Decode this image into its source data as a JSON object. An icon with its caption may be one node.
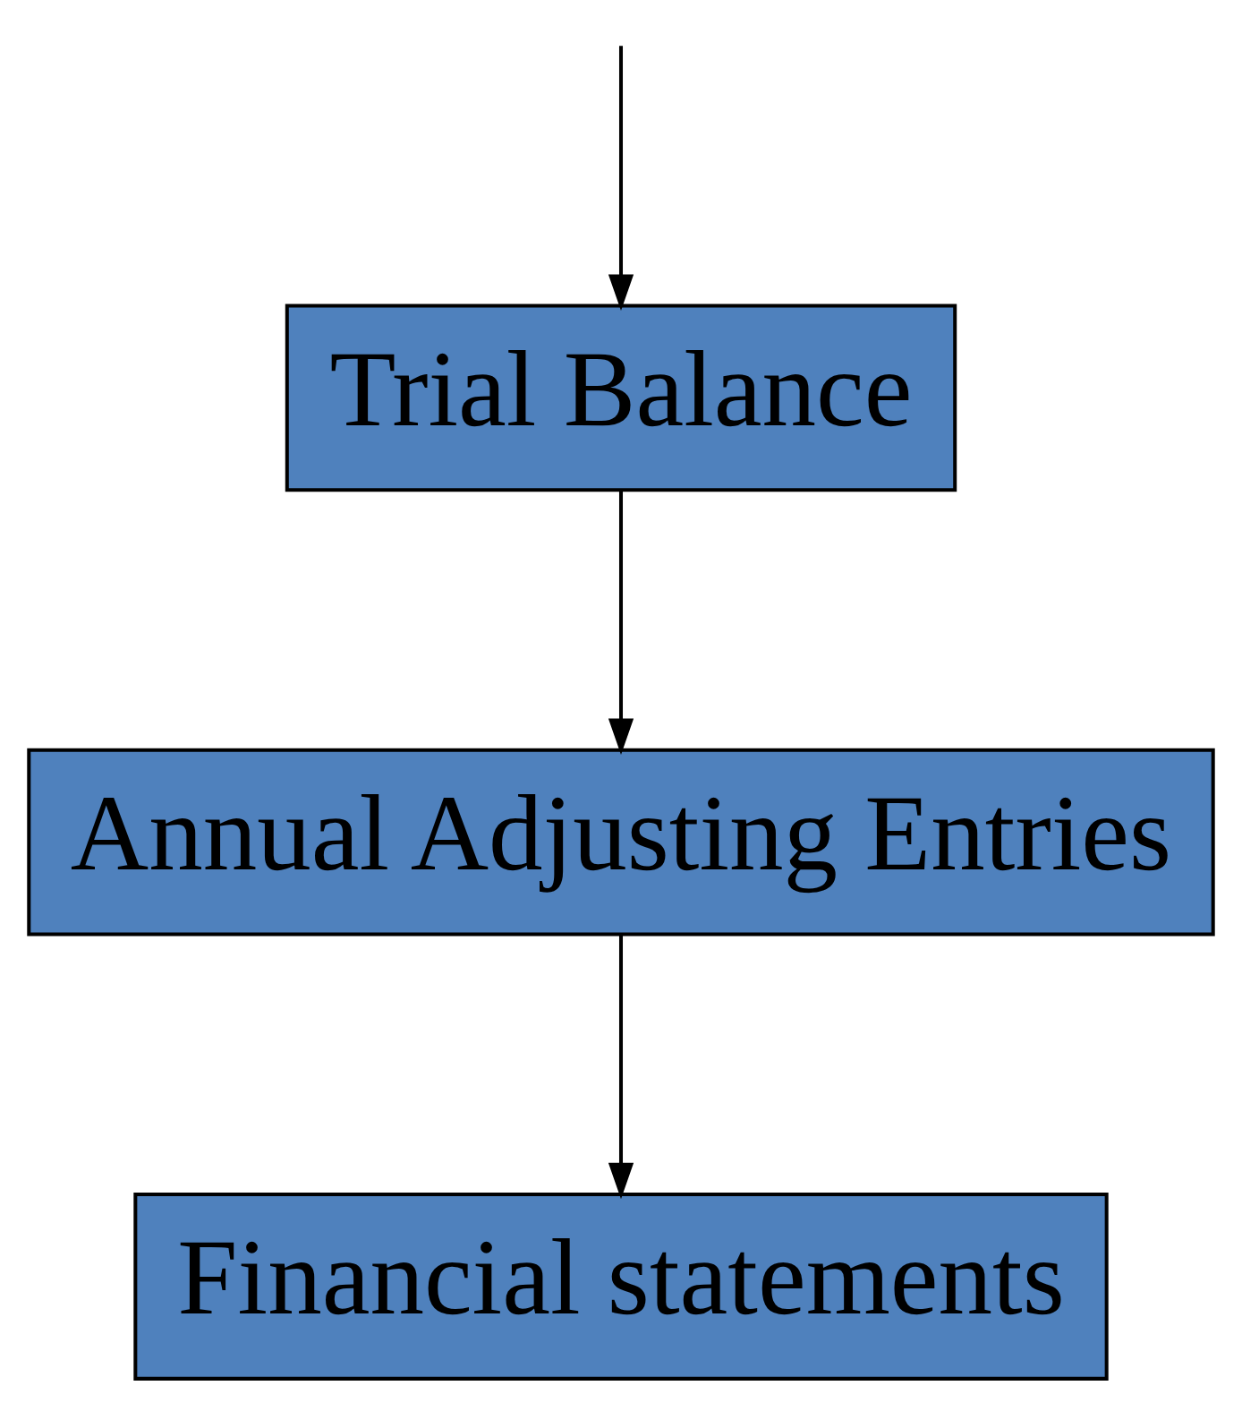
{
  "diagram": {
    "nodes": [
      {
        "text": [
          "Trial Balance"
        ]
      },
      {
        "text": [
          "Annual Adjusting Entries"
        ]
      },
      {
        "text": [
          "Financial statements"
        ]
      }
    ],
    "edges": [
      {
        "from": null,
        "to": 0,
        "arrow": "to"
      },
      {
        "from": 0,
        "to": 1,
        "arrow": "to"
      },
      {
        "from": 1,
        "to": 2,
        "arrow": "to"
      }
    ]
  }
}
